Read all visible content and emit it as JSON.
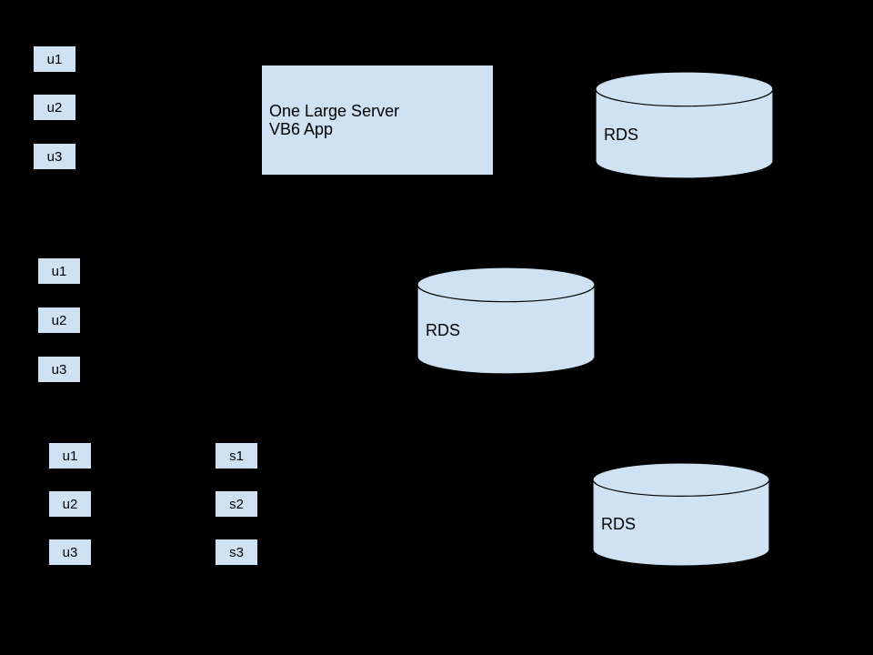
{
  "canvas": {
    "background_color": "#000000",
    "shape_fill_color": "#cfe2f3",
    "shape_stroke_color": "#000000",
    "text_color": "#000000"
  },
  "diagram": {
    "scenario_1": {
      "users": [
        "u1",
        "u2",
        "u3"
      ],
      "server": {
        "line1": "One Large Server",
        "line2": "VB6 App"
      },
      "database": {
        "label": "RDS"
      }
    },
    "scenario_2": {
      "users": [
        "u1",
        "u2",
        "u3"
      ],
      "database": {
        "label": "RDS"
      }
    },
    "scenario_3": {
      "users": [
        "u1",
        "u2",
        "u3"
      ],
      "servers": [
        "s1",
        "s2",
        "s3"
      ],
      "database": {
        "label": "RDS"
      }
    }
  }
}
